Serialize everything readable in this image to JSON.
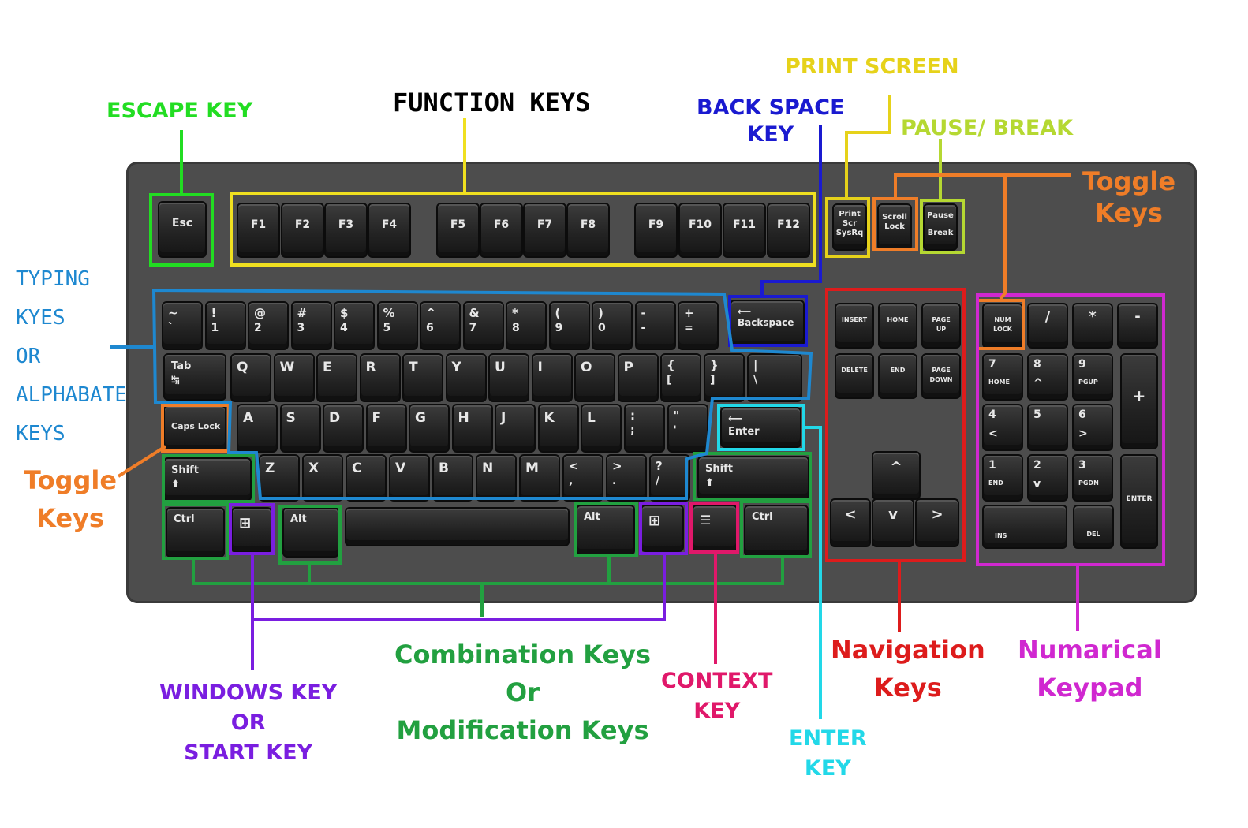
{
  "labels": {
    "escape": "ESCAPE KEY",
    "function": "FUNCTION KEYS",
    "print_screen": "PRINT SCREEN",
    "backspace": [
      "BACK SPACE",
      "KEY"
    ],
    "pause": "PAUSE/ BREAK",
    "toggle_right": [
      "Toggle",
      "Keys"
    ],
    "typing": [
      "TYPING",
      "KYES",
      "OR",
      "ALPHABATE",
      "KEYS"
    ],
    "toggle_left": [
      "Toggle",
      "Keys"
    ],
    "windows": [
      "WINDOWS KEY",
      "OR",
      "START KEY"
    ],
    "combination": [
      "Combination Keys",
      "Or",
      "Modification Keys"
    ],
    "context": [
      "CONTEXT",
      "KEY"
    ],
    "enter": [
      "ENTER",
      "KEY"
    ],
    "navigation": [
      "Navigation",
      "Keys"
    ],
    "numerical": [
      "Numarical",
      "Keypad"
    ]
  },
  "colors": {
    "escape": "#22dd22",
    "function": "#000000",
    "function_box": "#f0e020",
    "print_screen": "#e6d21a",
    "backspace": "#1a1ad0",
    "pause": "#b5d832",
    "toggle": "#ef7d28",
    "typing": "#1e88d0",
    "windows": "#7a1ee0",
    "combination": "#22a040",
    "context": "#e0186a",
    "enter": "#22d8e8",
    "navigation": "#dd1c1c",
    "numerical": "#d028d0"
  },
  "keys": {
    "esc": "Esc",
    "function": [
      "F1",
      "F2",
      "F3",
      "F4",
      "F5",
      "F6",
      "F7",
      "F8",
      "F9",
      "F10",
      "F11",
      "F12"
    ],
    "print": [
      "Print",
      "Scr",
      "SysRq"
    ],
    "scroll": [
      "Scroll",
      "Lock"
    ],
    "pause": [
      "Pause",
      "Break"
    ],
    "number_row": [
      [
        "~",
        "`"
      ],
      [
        "!",
        "1"
      ],
      [
        "@",
        "2"
      ],
      [
        "#",
        "3"
      ],
      [
        "$",
        "4"
      ],
      [
        "%",
        "5"
      ],
      [
        "^",
        "6"
      ],
      [
        "&",
        "7"
      ],
      [
        "*",
        "8"
      ],
      [
        "(",
        "9"
      ],
      [
        ")",
        "0"
      ],
      [
        "-",
        "-"
      ],
      [
        "+",
        "="
      ]
    ],
    "backspace": "Backspace",
    "tab": "Tab",
    "qwerty": [
      "Q",
      "W",
      "E",
      "R",
      "T",
      "Y",
      "U",
      "I",
      "O",
      "P"
    ],
    "brackets": [
      [
        "{",
        "["
      ],
      [
        "}",
        "]"
      ],
      [
        "|",
        "\\"
      ]
    ],
    "caps": "Caps Lock",
    "asdf": [
      "A",
      "S",
      "D",
      "F",
      "G",
      "H",
      "J",
      "K",
      "L"
    ],
    "semicolon_row": [
      [
        ":",
        ";"
      ],
      [
        "\"",
        "'"
      ]
    ],
    "enter": "Enter",
    "shift": "Shift",
    "zxcv": [
      "Z",
      "X",
      "C",
      "V",
      "B",
      "N",
      "M"
    ],
    "comma_row": [
      [
        "<",
        ","
      ],
      [
        ">",
        "."
      ],
      [
        "?",
        "/"
      ]
    ],
    "ctrl": "Ctrl",
    "alt": "Alt",
    "nav_top": [
      [
        "INSERT"
      ],
      [
        "HOME"
      ],
      [
        "PAGE",
        "UP"
      ]
    ],
    "nav_bottom": [
      [
        "DELETE"
      ],
      [
        "END"
      ],
      [
        "PAGE",
        "DOWN"
      ]
    ],
    "arrows": [
      "^",
      "<",
      "v",
      ">"
    ],
    "numpad_top": [
      [
        "NUM",
        "LOCK"
      ],
      [
        "/"
      ],
      [
        "*"
      ],
      [
        "-"
      ]
    ],
    "numpad_rows": [
      [
        [
          "7",
          "HOME"
        ],
        [
          "8",
          "^"
        ],
        [
          "9",
          "PGUP"
        ]
      ],
      [
        [
          "4",
          "<"
        ],
        [
          "5",
          ""
        ],
        [
          "6",
          ">"
        ]
      ],
      [
        [
          "1",
          "END"
        ],
        [
          "2",
          "v"
        ],
        [
          "3",
          "PGDN"
        ]
      ]
    ],
    "numpad_plus": "+",
    "numpad_enter": "ENTER",
    "numpad_ins": "INS",
    "numpad_del": "DEL"
  }
}
